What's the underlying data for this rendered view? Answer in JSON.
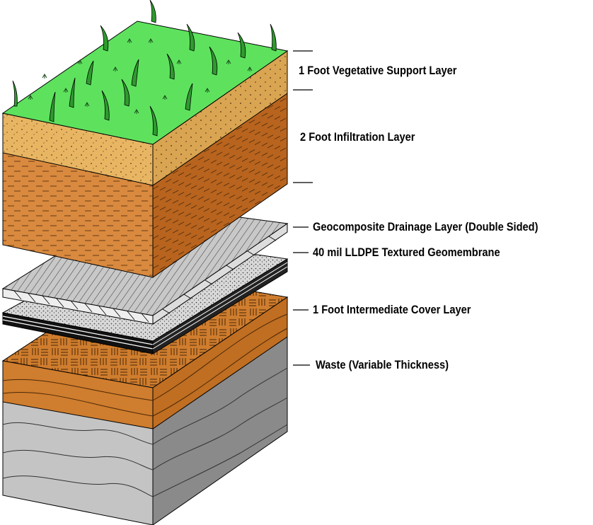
{
  "layers": [
    {
      "name": "vegetative-support-layer",
      "label": "1 Foot Vegetative Support Layer",
      "color": "#e8b663"
    },
    {
      "name": "infiltration-layer",
      "label": "2 Foot Infiltration Layer",
      "color": "#d98a3f"
    },
    {
      "name": "geocomposite-drainage-layer",
      "label": "Geocomposite Drainage Layer (Double Sided)",
      "color": "#c8c8c8"
    },
    {
      "name": "geomembrane",
      "label": "40 mil LLDPE Textured Geomembrane",
      "color": "#e6e6e6"
    },
    {
      "name": "intermediate-cover-layer",
      "label": "1 Foot Intermediate Cover Layer",
      "color": "#cf7d2e"
    },
    {
      "name": "waste",
      "label": "Waste (Variable Thickness)",
      "color": "#bdbdbd"
    }
  ],
  "colors": {
    "grass": "#5ee25e",
    "grass_blade": "#2f9a2f",
    "sand": "#e8b663",
    "clay": "#d98a3f",
    "clay_side": "#b8641e",
    "cover": "#cf7d2e",
    "waste_front": "#c4c4c4",
    "waste_side": "#8a8a8a"
  }
}
